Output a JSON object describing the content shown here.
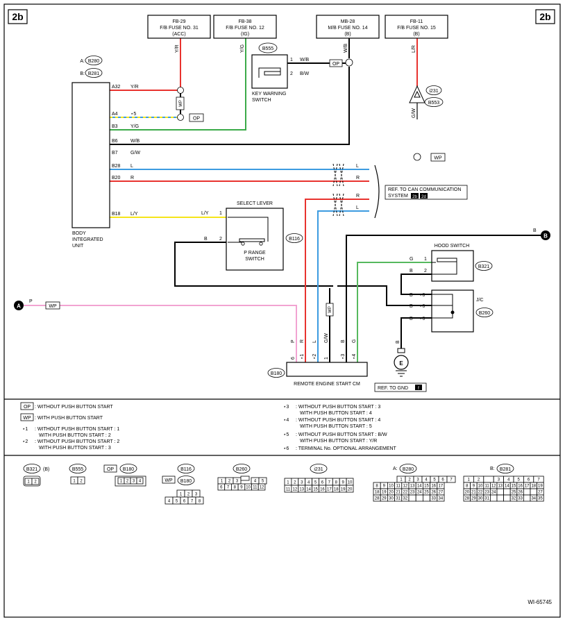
{
  "page_ref": "2b",
  "diagram_id": "WI-65745",
  "fuses": [
    {
      "l1": "FB-29",
      "l2": "F/B FUSE NO. 31",
      "l3": "(ACC)",
      "wire": "Y/R"
    },
    {
      "l1": "FB-38",
      "l2": "F/B FUSE NO. 12",
      "l3": "(IG)",
      "wire": "Y/G"
    },
    {
      "l1": "MB-28",
      "l2": "M/B FUSE NO. 14",
      "l3": "(B)",
      "wire": "W/B"
    },
    {
      "l1": "FB-11",
      "l2": "F/B FUSE NO. 15",
      "l3": "(B)",
      "wire": "L/R"
    }
  ],
  "body_unit": {
    "conn_a": "B280",
    "conn_b": "B281",
    "prefix_a": "A:",
    "prefix_b": "B:",
    "label": [
      "BODY",
      "INTEGRATED",
      "UNIT"
    ],
    "pins": [
      {
        "pin": "A32",
        "wire": "Y/R"
      },
      {
        "pin": "A4",
        "wire": "⋆5"
      },
      {
        "pin": "B3",
        "wire": "Y/G"
      },
      {
        "pin": "B6",
        "wire": "W/B"
      },
      {
        "pin": "B7",
        "wire": "G/W"
      },
      {
        "pin": "B28",
        "wire": "L"
      },
      {
        "pin": "B20",
        "wire": "R"
      },
      {
        "pin": "B18",
        "wire": "L/Y"
      }
    ]
  },
  "key_warning": {
    "conn": "B555",
    "label": [
      "KEY WARNING",
      "SWITCH"
    ],
    "pin1": "1",
    "pin2": "2",
    "wire1": "W/B",
    "wire2": "B/W"
  },
  "tags": {
    "op": "OP",
    "wp": "WP"
  },
  "ground": {
    "conn1": "i231",
    "conn2": "B553",
    "wire": "G/W"
  },
  "can": {
    "ref": [
      "REF. TO CAN COMMUNICATION",
      "SYSTEM"
    ],
    "page1": "2b",
    "page2": "2d",
    "wire_r": "R",
    "wire_l": "L"
  },
  "select_lever": {
    "title": "SELECT LEVER",
    "conn": "B116",
    "switch": [
      "P RANGE",
      "SWITCH"
    ],
    "pin1": "1",
    "pin2": "2",
    "wire_b": "B"
  },
  "hood_switch": {
    "title": "HOOD SWITCH",
    "conn": "B321",
    "pin1": "1",
    "pin2": "2",
    "wire_g": "G",
    "wire_b": "B"
  },
  "jc": {
    "title": "J/C",
    "conn": "B260",
    "pin": "⋆6"
  },
  "connector_a": {
    "label": "A",
    "wire": "P"
  },
  "connector_b": {
    "label": "B",
    "wire": "B"
  },
  "remote_cm": {
    "conn": "B180",
    "label": "REMOTE ENGINE START CM",
    "wires": [
      "P",
      "R",
      "L",
      "G/W",
      "B",
      "G"
    ],
    "pins": [
      "6",
      "⋆1",
      "⋆2",
      "1",
      "⋆3",
      "⋆4"
    ]
  },
  "gnd": {
    "wire": "B",
    "ref": "REF. TO GND",
    "page": "f"
  },
  "notes_left": [
    {
      "tag": "OP",
      "text": ": WITHOUT PUSH BUTTON START"
    },
    {
      "tag": "WP",
      "text": ": WITH PUSH BUTTON START"
    },
    {
      "tag": "⋆1",
      "text": ": WITHOUT PUSH BUTTON START : 1",
      "text2": "WITH PUSH BUTTON START : 2"
    },
    {
      "tag": "⋆2",
      "text": ": WITHOUT PUSH BUTTON START : 2",
      "text2": "WITH PUSH BUTTON START : 3"
    }
  ],
  "notes_right": [
    {
      "tag": "⋆3",
      "text": ": WITHOUT PUSH BUTTON START : 3",
      "text2": "WITH PUSH BUTTON START : 4"
    },
    {
      "tag": "⋆4",
      "text": ": WITHOUT PUSH BUTTON START : 4",
      "text2": "WITH PUSH BUTTON START : 5"
    },
    {
      "tag": "⋆5",
      "text": ": WITHOUT PUSH BUTTON START : B/W",
      "text2": "WITH PUSH BUTTON START : Y/R"
    },
    {
      "tag": "⋆6",
      "text": ": TERMINAL No. OPTIONAL ARRANGEMENT"
    }
  ],
  "connector_views": {
    "b321": {
      "name": "B321",
      "suffix": "(B)",
      "pins": [
        "1",
        "2"
      ]
    },
    "b555": {
      "name": "B555",
      "pins": [
        "1",
        "2"
      ]
    },
    "b180op": {
      "tag": "OP",
      "name": "B180",
      "pins": [
        "1",
        "2",
        "3",
        "4"
      ]
    },
    "b116": {
      "name": "B116",
      "tag": "WP",
      "name2": "B180",
      "top": [
        "1",
        "2",
        "3"
      ],
      "bottom": [
        "4",
        "5",
        "6",
        "7",
        "8"
      ]
    },
    "b260": {
      "name": "B260",
      "top": [
        "1",
        "2",
        "3",
        "4",
        "5"
      ],
      "bottom": [
        "6",
        "7",
        "8",
        "9",
        "10",
        "11",
        "12"
      ]
    },
    "i231": {
      "name": "i231",
      "top": [
        "1",
        "2",
        "3",
        "4",
        "5",
        "6",
        "7",
        "8",
        "9",
        "10"
      ],
      "bottom": [
        "11",
        "12",
        "13",
        "14",
        "15",
        "16",
        "17",
        "18",
        "19",
        "20"
      ]
    },
    "b280": {
      "prefix": "A:",
      "name": "B280",
      "rows": [
        [
          "1",
          "2",
          "3",
          "4",
          "5",
          "6",
          "7"
        ],
        [
          "8",
          "9",
          "10",
          "11",
          "12",
          "13",
          "14",
          "15",
          "16",
          "17"
        ],
        [
          "18",
          "19",
          "20",
          "21",
          "22",
          "23",
          "24",
          "25",
          "26",
          "27"
        ],
        [
          "28",
          "29",
          "30",
          "31",
          "32",
          "",
          "",
          "",
          "33",
          "34"
        ]
      ]
    },
    "b281": {
      "prefix": "B:",
      "name": "B281",
      "rows": [
        [
          "1",
          "2",
          "",
          "3",
          "4",
          "5",
          "6",
          "7"
        ],
        [
          "8",
          "9",
          "10",
          "11",
          "12",
          "13",
          "14",
          "15",
          "16",
          "17",
          "18",
          "19"
        ],
        [
          "20",
          "21",
          "22",
          "23",
          "24",
          "",
          "",
          "25",
          "26",
          "",
          "",
          "27"
        ],
        [
          "28",
          "29",
          "30",
          "31",
          "",
          "",
          "",
          "32",
          "33",
          "",
          "34",
          "35"
        ]
      ]
    }
  },
  "colors": {
    "red": "#e8322e",
    "green": "#3aaa48",
    "blue": "#3c9be0",
    "yellow": "#f5e51a",
    "pink": "#f2a3d2",
    "black": "#000000",
    "greenlight": "#56b95e"
  }
}
